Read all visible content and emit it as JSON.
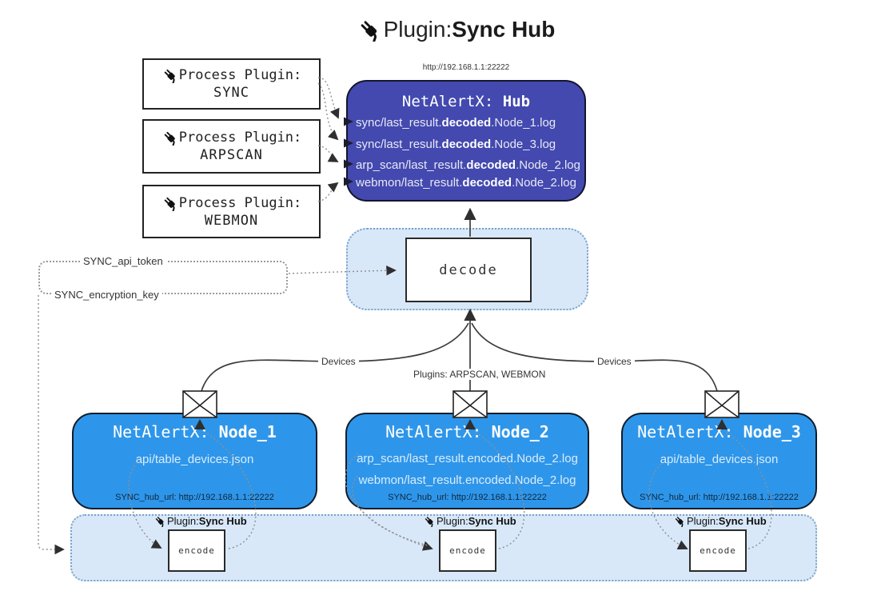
{
  "title": {
    "prefix": "Plugin: ",
    "name": "Sync Hub"
  },
  "colors": {
    "hub_fill": "#4349ae",
    "node_fill": "#2e96ea",
    "strip_fill": "#d8e8f9",
    "strip_border": "#7aa2c8",
    "line": "#3c3c3c",
    "dotted_line": "#8f8f8f"
  },
  "process_plugins": [
    {
      "label": "Process Plugin:",
      "name": "SYNC"
    },
    {
      "label": "Process Plugin:",
      "name": "ARPSCAN"
    },
    {
      "label": "Process Plugin:",
      "name": "WEBMON"
    }
  ],
  "hub": {
    "url": "http://192.168.1.1:22222",
    "title_prefix": "NetAlertX: ",
    "title_name": "Hub",
    "lines": [
      {
        "pre": "sync/last_result.",
        "bold": "decoded",
        "post": ".Node_1.log"
      },
      {
        "pre": "sync/last_result.",
        "bold": "decoded",
        "post": ".Node_3.log"
      },
      {
        "pre": "arp_scan/last_result.",
        "bold": "decoded",
        "post": ".Node_2.log"
      },
      {
        "pre": "webmon/last_result.",
        "bold": "decoded",
        "post": ".Node_2.log"
      }
    ]
  },
  "decode": {
    "label": "decode"
  },
  "secrets": {
    "api_token": "SYNC_api_token",
    "encryption_key": "SYNC_encryption_key"
  },
  "edges": {
    "devices_left": "Devices",
    "devices_right": "Devices",
    "plugins_middle": "Plugins: ARPSCAN, WEBMON"
  },
  "nodes": [
    {
      "title_prefix": "NetAlertX: ",
      "title_name": "Node_1",
      "lines": [
        "api/table_devices.json"
      ],
      "hub_url": "SYNC_hub_url: http://192.168.1.1:22222"
    },
    {
      "title_prefix": "NetAlertX: ",
      "title_name": "Node_2",
      "lines": [
        "arp_scan/last_result.encoded.Node_2.log",
        "webmon/last_result.encoded.Node_2.log"
      ],
      "hub_url": "SYNC_hub_url: http://192.168.1.1:22222"
    },
    {
      "title_prefix": "NetAlertX: ",
      "title_name": "Node_3",
      "lines": [
        "api/table_devices.json"
      ],
      "hub_url": "SYNC_hub_url: http://192.168.1.1:22222"
    }
  ],
  "encoders": [
    {
      "plugin_prefix": "Plugin: ",
      "plugin_name": "Sync Hub",
      "label": "encode"
    },
    {
      "plugin_prefix": "Plugin: ",
      "plugin_name": "Sync Hub",
      "label": "encode"
    },
    {
      "plugin_prefix": "Plugin: ",
      "plugin_name": "Sync Hub",
      "label": "encode"
    }
  ]
}
